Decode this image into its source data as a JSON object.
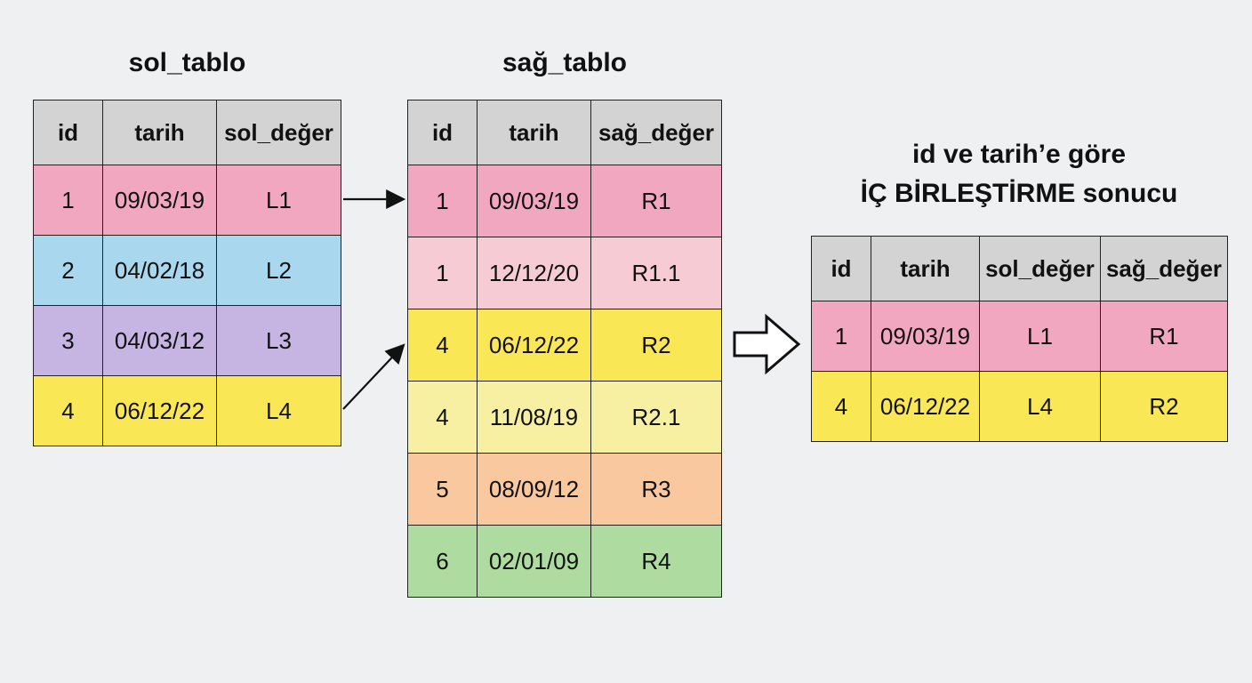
{
  "left_table": {
    "title": "sol_tablo",
    "columns": [
      "id",
      "tarih",
      "sol_değer"
    ],
    "rows": [
      {
        "id": "1",
        "tarih": "09/03/19",
        "value": "L1",
        "color": "#f2a7c1"
      },
      {
        "id": "2",
        "tarih": "04/02/18",
        "value": "L2",
        "color": "#a9d8ee"
      },
      {
        "id": "3",
        "tarih": "04/03/12",
        "value": "L3",
        "color": "#c6b4e2"
      },
      {
        "id": "4",
        "tarih": "06/12/22",
        "value": "L4",
        "color": "#f9e756"
      }
    ]
  },
  "right_table": {
    "title": "sağ_tablo",
    "columns": [
      "id",
      "tarih",
      "sağ_değer"
    ],
    "rows": [
      {
        "id": "1",
        "tarih": "09/03/19",
        "value": "R1",
        "color": "#f2a7c1"
      },
      {
        "id": "1",
        "tarih": "12/12/20",
        "value": "R1.1",
        "color": "#f7cbd3"
      },
      {
        "id": "4",
        "tarih": "06/12/22",
        "value": "R2",
        "color": "#f9e756"
      },
      {
        "id": "4",
        "tarih": "11/08/19",
        "value": "R2.1",
        "color": "#f7f0a2"
      },
      {
        "id": "5",
        "tarih": "08/09/12",
        "value": "R3",
        "color": "#f9c89e"
      },
      {
        "id": "6",
        "tarih": "02/01/09",
        "value": "R4",
        "color": "#aedca0"
      }
    ]
  },
  "result_table": {
    "title_line1": "id ve tarih’e göre",
    "title_line2": "İÇ BİRLEŞTİRME sonucu",
    "columns": [
      "id",
      "tarih",
      "sol_değer",
      "sağ_değer"
    ],
    "rows": [
      {
        "id": "1",
        "tarih": "09/03/19",
        "sol": "L1",
        "sag": "R1",
        "color": "#f2a7c1"
      },
      {
        "id": "4",
        "tarih": "06/12/22",
        "sol": "L4",
        "sag": "R2",
        "color": "#f9e756"
      }
    ]
  },
  "colors": {
    "header": "#d3d3d3",
    "border": "#222222",
    "background": "#eef0f2"
  },
  "connectors": [
    {
      "from": "left-row-1",
      "to": "right-row-1"
    },
    {
      "from": "left-row-4",
      "to": "right-row-3"
    }
  ],
  "result_arrow_icon": "hollow-right-arrow-icon"
}
